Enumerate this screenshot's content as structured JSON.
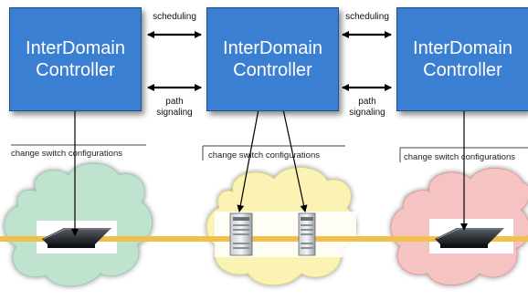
{
  "controllers": [
    {
      "line1": "InterDomain",
      "line2": "Controller"
    },
    {
      "line1": "InterDomain",
      "line2": "Controller"
    },
    {
      "line1": "InterDomain",
      "line2": "Controller"
    }
  ],
  "links": [
    {
      "scheduling": "scheduling",
      "path_line1": "path",
      "path_line2": "signaling"
    },
    {
      "scheduling": "scheduling",
      "path_line1": "path",
      "path_line2": "signaling"
    }
  ],
  "domains": [
    {
      "label": "change switch configurations",
      "cloud_color": "#bfe3cf"
    },
    {
      "label": "change switch configurations",
      "cloud_color": "#fbf3b4"
    },
    {
      "label": "change switch configurations",
      "cloud_color": "#f6c3c3"
    }
  ],
  "colors": {
    "controller": "#3b7fd3",
    "data_path": "#f0c04a"
  }
}
